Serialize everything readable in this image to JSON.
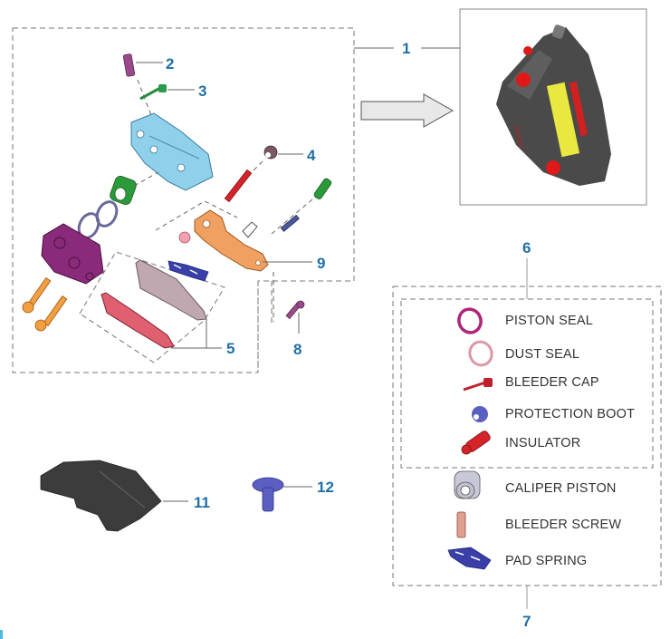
{
  "diagram": {
    "title": "Brake caliper exploded parts diagram",
    "callouts": [
      {
        "id": "1",
        "label": "1",
        "part": "caliper-assembly"
      },
      {
        "id": "2",
        "label": "2",
        "part": "bleeder-screw"
      },
      {
        "id": "3",
        "label": "3",
        "part": "bleeder-cap"
      },
      {
        "id": "4",
        "label": "4",
        "part": "protection-boot"
      },
      {
        "id": "5",
        "label": "5",
        "part": "brake-pads"
      },
      {
        "id": "6",
        "label": "6",
        "part": "seal-kit"
      },
      {
        "id": "7",
        "label": "7",
        "part": "piston-kit"
      },
      {
        "id": "8",
        "label": "8",
        "part": "bolt"
      },
      {
        "id": "9",
        "label": "9",
        "part": "caliper-bracket"
      },
      {
        "id": "11",
        "label": "11",
        "part": "caliper-cover"
      },
      {
        "id": "12",
        "label": "12",
        "part": "clip-rivet"
      }
    ],
    "legend": {
      "kit6_items": [
        {
          "label": "PISTON SEAL",
          "color": "#b0257a"
        },
        {
          "label": "DUST SEAL",
          "color": "#d99aa6"
        },
        {
          "label": "BLEEDER CAP",
          "color": "#c0202a"
        },
        {
          "label": "PROTECTION BOOT",
          "color": "#5a5fc0"
        },
        {
          "label": "INSULATOR",
          "color": "#d4242a"
        }
      ],
      "kit7_items": [
        {
          "label": "CALIPER PISTON",
          "color": "#c8c8d8"
        },
        {
          "label": "BLEEDER SCREW",
          "color": "#e0a090"
        },
        {
          "label": "PAD SPRING",
          "color": "#3a3fa8"
        }
      ]
    },
    "colors": {
      "callout_text": "#1f6fa6",
      "caliper_body_outer": "#8fd0ea",
      "caliper_body_inner": "#8a2a7a",
      "piston": "#2a9a3a",
      "bracket": "#f0a060",
      "pad_front": "#e06070",
      "pad_back": "#c0a8b0",
      "assembled_caliper": "#4a4a4a",
      "caliper_red": "#e01818",
      "caliper_yellow": "#e8e840",
      "cover": "#3c3c3c",
      "rivet": "#5a5fc0"
    }
  }
}
